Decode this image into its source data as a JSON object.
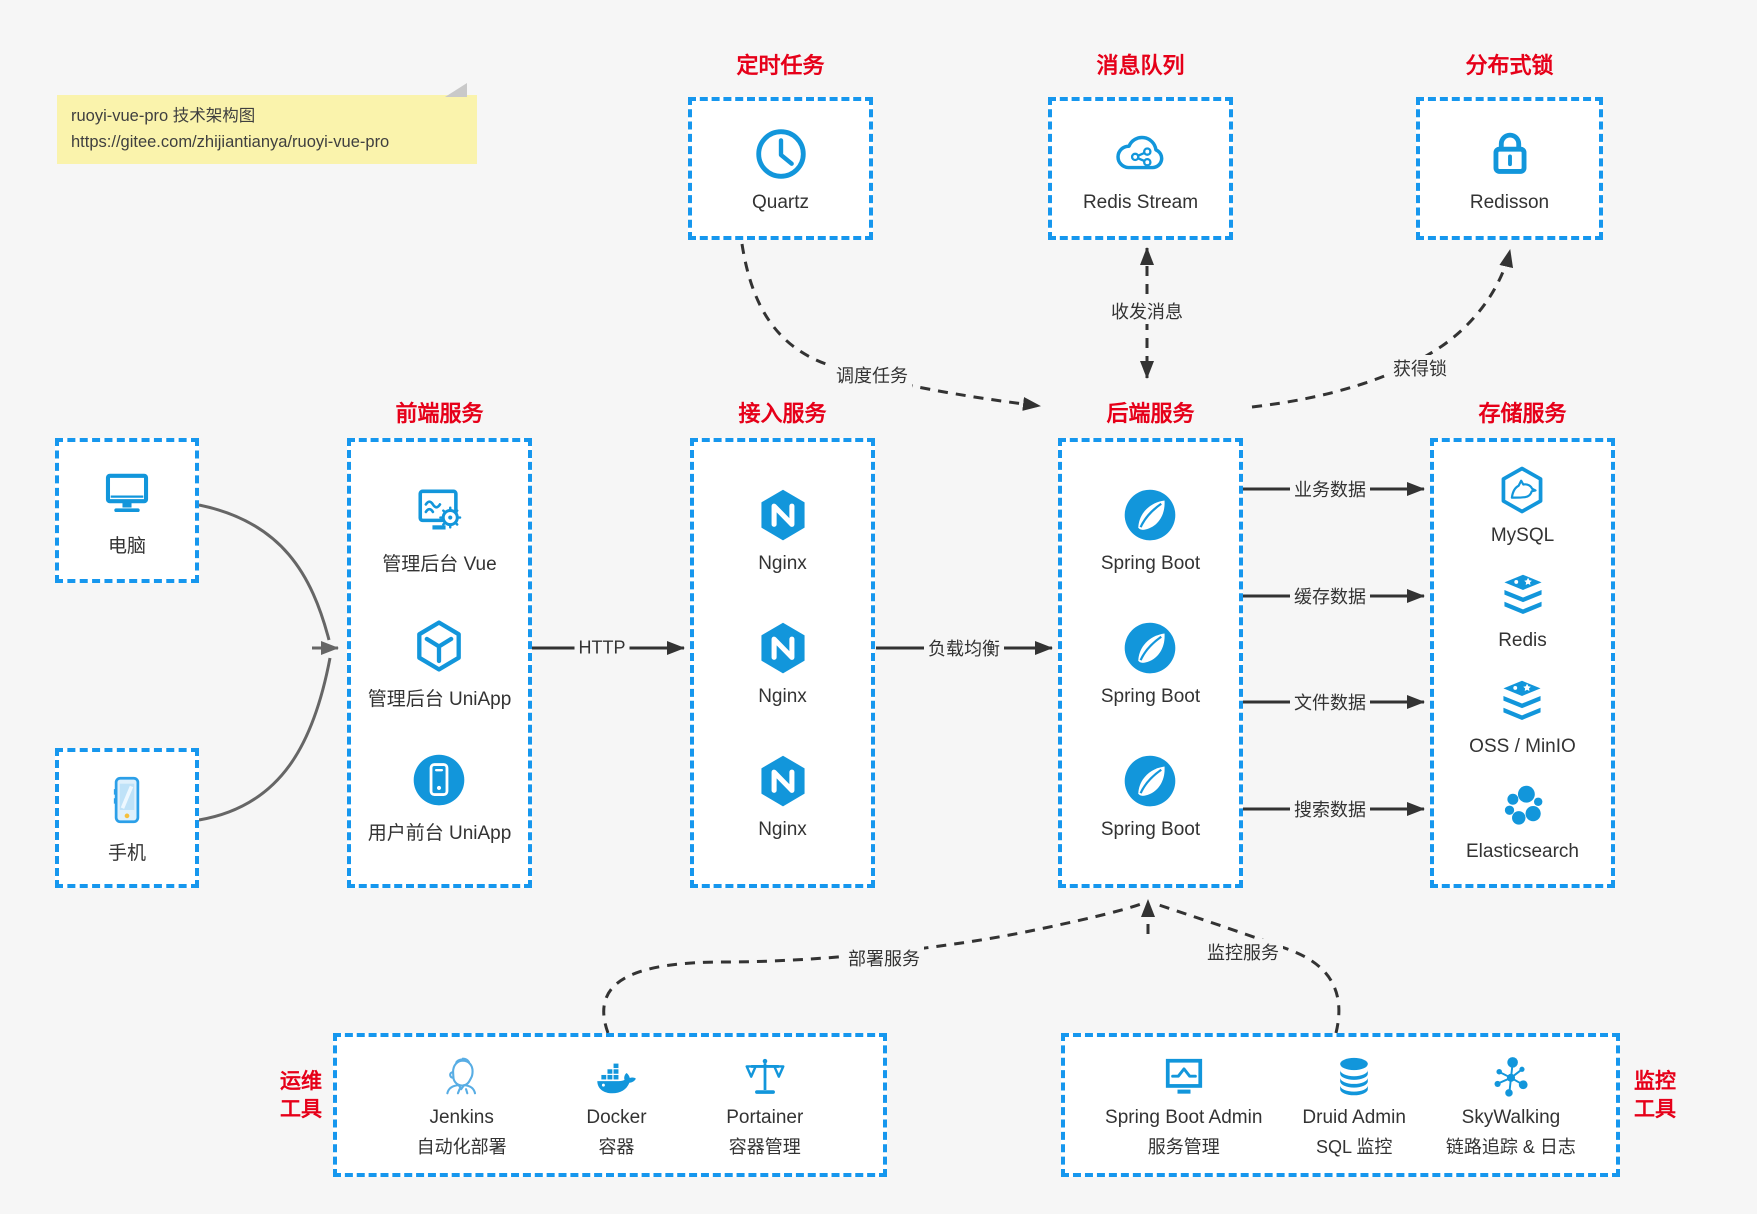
{
  "note": {
    "line1": "ruoyi-vue-pro 技术架构图",
    "line2": "https://gitee.com/zhijiantianya/ruoyi-vue-pro"
  },
  "colors": {
    "page_bg": "#f6f6f6",
    "box_border_blue": "#1697ee",
    "icon_blue": "#1296db",
    "title_red": "#e60019",
    "arrow_dark": "#333333",
    "arrow_gray": "#666666",
    "note_bg": "#faf3ac"
  },
  "top": {
    "scheduled": {
      "title": "定时任务",
      "label": "Quartz",
      "icon": "clock-icon"
    },
    "queue": {
      "title": "消息队列",
      "label": "Redis Stream",
      "icon": "cloud-share-icon"
    },
    "lock": {
      "title": "分布式锁",
      "label": "Redisson",
      "icon": "padlock-icon"
    }
  },
  "clients": {
    "pc": {
      "label": "电脑",
      "icon": "desktop-icon"
    },
    "mobile": {
      "label": "手机",
      "icon": "smartphone-icon"
    }
  },
  "columns": {
    "frontend": {
      "title": "前端服务",
      "items": [
        {
          "label": "管理后台 Vue",
          "icon": "admin-screen-gear-icon"
        },
        {
          "label": "管理后台 UniApp",
          "icon": "hexagon-cube-icon"
        },
        {
          "label": "用户前台 UniApp",
          "icon": "mobile-app-circle-icon"
        }
      ]
    },
    "access": {
      "title": "接入服务",
      "items": [
        {
          "label": "Nginx",
          "icon": "nginx-hexagon-icon"
        },
        {
          "label": "Nginx",
          "icon": "nginx-hexagon-icon"
        },
        {
          "label": "Nginx",
          "icon": "nginx-hexagon-icon"
        }
      ]
    },
    "backend": {
      "title": "后端服务",
      "items": [
        {
          "label": "Spring Boot",
          "icon": "spring-leaf-icon"
        },
        {
          "label": "Spring Boot",
          "icon": "spring-leaf-icon"
        },
        {
          "label": "Spring Boot",
          "icon": "spring-leaf-icon"
        }
      ]
    },
    "storage": {
      "title": "存储服务",
      "items": [
        {
          "label": "MySQL",
          "icon": "mysql-hexagon-icon"
        },
        {
          "label": "Redis",
          "icon": "redis-stack-icon"
        },
        {
          "label": "OSS / MinIO",
          "icon": "storage-stack-icon"
        },
        {
          "label": "Elasticsearch",
          "icon": "elasticsearch-cluster-icon"
        }
      ]
    }
  },
  "tools": {
    "ops": {
      "side_line1": "运维",
      "side_line2": "工具",
      "items": [
        {
          "name": "Jenkins",
          "sub": "自动化部署",
          "icon": "jenkins-icon"
        },
        {
          "name": "Docker",
          "sub": "容器",
          "icon": "docker-whale-icon"
        },
        {
          "name": "Portainer",
          "sub": "容器管理",
          "icon": "scales-icon"
        }
      ]
    },
    "monitoring": {
      "side_line1": "监控",
      "side_line2": "工具",
      "items": [
        {
          "name": "Spring Boot Admin",
          "sub": "服务管理",
          "icon": "monitor-pulse-icon"
        },
        {
          "name": "Druid Admin",
          "sub": "SQL 监控",
          "icon": "database-cylinder-icon"
        },
        {
          "name": "SkyWalking",
          "sub": "链路追踪 & 日志",
          "icon": "topology-icon"
        }
      ]
    }
  },
  "edges": {
    "schedule": "调度任务",
    "messages": "收发消息",
    "acquire_lock": "获得锁",
    "http": "HTTP",
    "load_balance": "负载均衡",
    "business_data": "业务数据",
    "cache_data": "缓存数据",
    "file_data": "文件数据",
    "search_data": "搜索数据",
    "deploy": "部署服务",
    "monitor": "监控服务"
  }
}
